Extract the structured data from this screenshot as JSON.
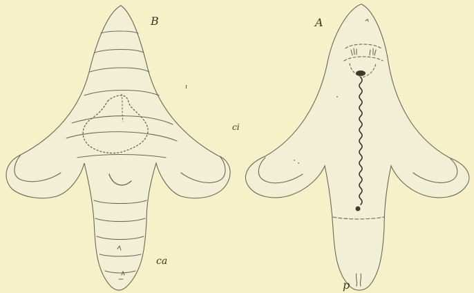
{
  "figure": {
    "labels": {
      "panel_b": "B",
      "panel_a": "A",
      "label_ci": "ci",
      "label_ca": "ca",
      "label_p": "p"
    },
    "colors": {
      "paper": "#f6f1c9",
      "body_fill": "#f1f0d6",
      "ink": "#6a6550"
    }
  }
}
